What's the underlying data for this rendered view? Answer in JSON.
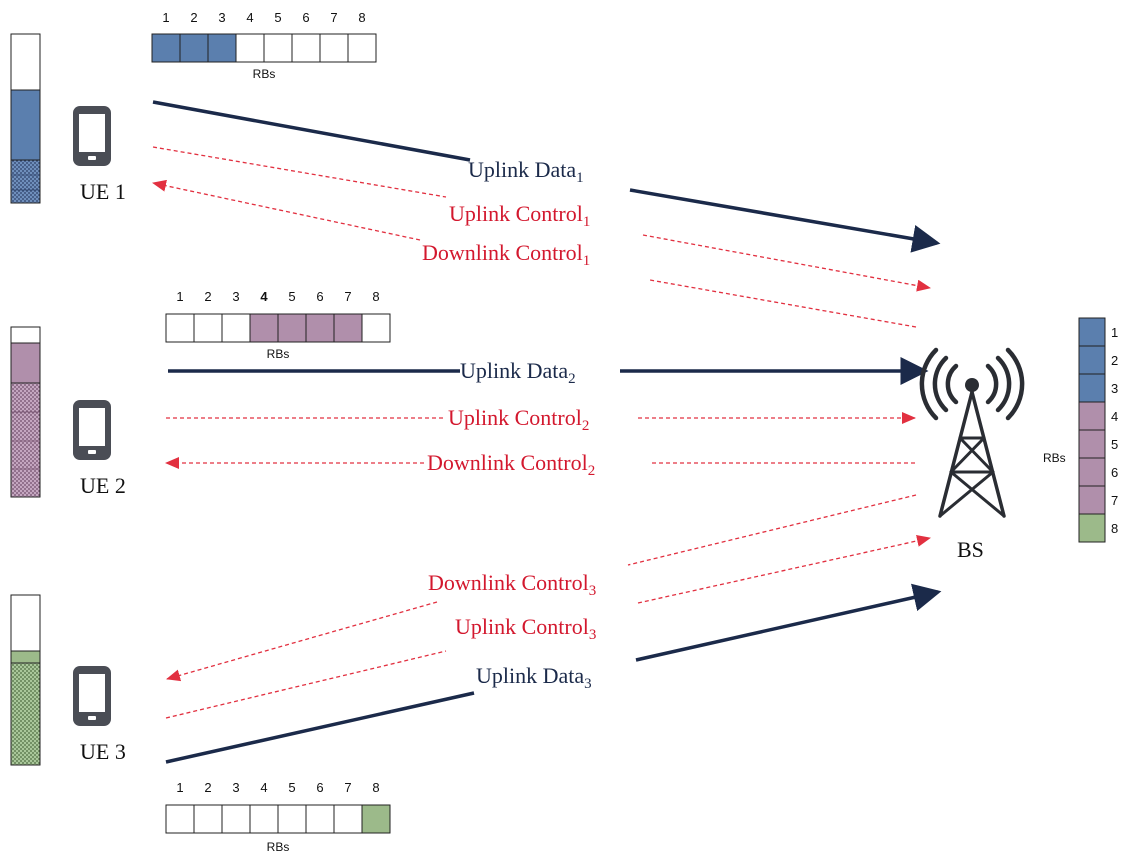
{
  "colors": {
    "ue1": "#5b7fae",
    "ue2": "#b08fab",
    "ue3": "#9cba8a",
    "empty": "#ffffff",
    "data_line": "#1b2a4a",
    "control_line": "#e23040"
  },
  "rb_numbers": [
    "1",
    "2",
    "3",
    "4",
    "5",
    "6",
    "7",
    "8"
  ],
  "rbs_label": "RBs",
  "ues": [
    {
      "label": "UE 1",
      "rb_alloc": [
        1,
        2,
        3
      ],
      "color": "#5b7fae"
    },
    {
      "label": "UE 2",
      "rb_alloc": [
        4,
        5,
        6,
        7
      ],
      "color": "#b08fab"
    },
    {
      "label": "UE 3",
      "rb_alloc": [
        8
      ],
      "color": "#9cba8a"
    }
  ],
  "bs": {
    "label": "BS",
    "rb_label": "RBs",
    "rb_colors": [
      "#5b7fae",
      "#5b7fae",
      "#5b7fae",
      "#b08fab",
      "#b08fab",
      "#b08fab",
      "#b08fab",
      "#9cba8a"
    ]
  },
  "links": {
    "ul_data_1": {
      "text": "Uplink Data",
      "sub": "1"
    },
    "ul_ctrl_1": {
      "text": "Uplink Control",
      "sub": "1"
    },
    "dl_ctrl_1": {
      "text": "Downlink Control",
      "sub": "1"
    },
    "ul_data_2": {
      "text": "Uplink Data",
      "sub": "2"
    },
    "ul_ctrl_2": {
      "text": "Uplink Control",
      "sub": "2"
    },
    "dl_ctrl_2": {
      "text": "Downlink Control",
      "sub": "2"
    },
    "dl_ctrl_3": {
      "text": "Downlink Control",
      "sub": "3"
    },
    "ul_ctrl_3": {
      "text": "Uplink Control",
      "sub": "3"
    },
    "ul_data_3": {
      "text": "Uplink Data",
      "sub": "3"
    }
  }
}
